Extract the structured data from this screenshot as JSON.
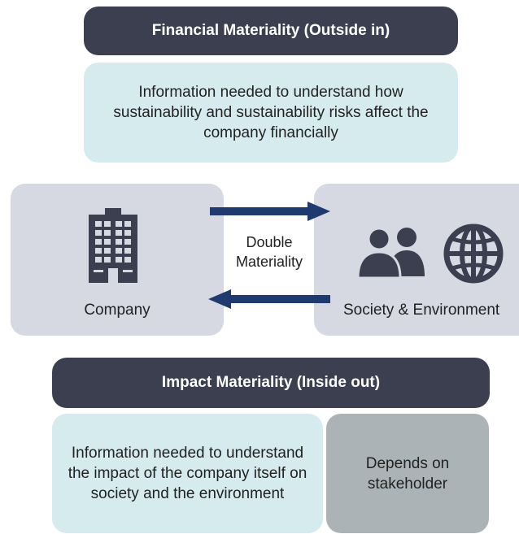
{
  "financial": {
    "title": "Financial Materiality (Outside in)",
    "description": "Information needed to understand how sustainability and sustainability risks affect the company financially"
  },
  "company": {
    "label": "Company",
    "icon": "office-building-icon"
  },
  "society": {
    "label": "Society & Environment",
    "icons": [
      "people-icon",
      "globe-icon"
    ]
  },
  "center": {
    "line1": "Double",
    "line2": "Materiality"
  },
  "impact": {
    "title": "Impact Materiality (Inside out)",
    "description": "Information needed to understand the impact of the company itself on society and the environment",
    "stakeholder": "Depends on stakeholder"
  },
  "colors": {
    "dark_header": "#3b3f4f",
    "light_teal": "#d6ebee",
    "panel_grey": "#d6d8e2",
    "stakeholder_grey": "#abb3b6",
    "arrow_navy": "#1f3a6e"
  }
}
